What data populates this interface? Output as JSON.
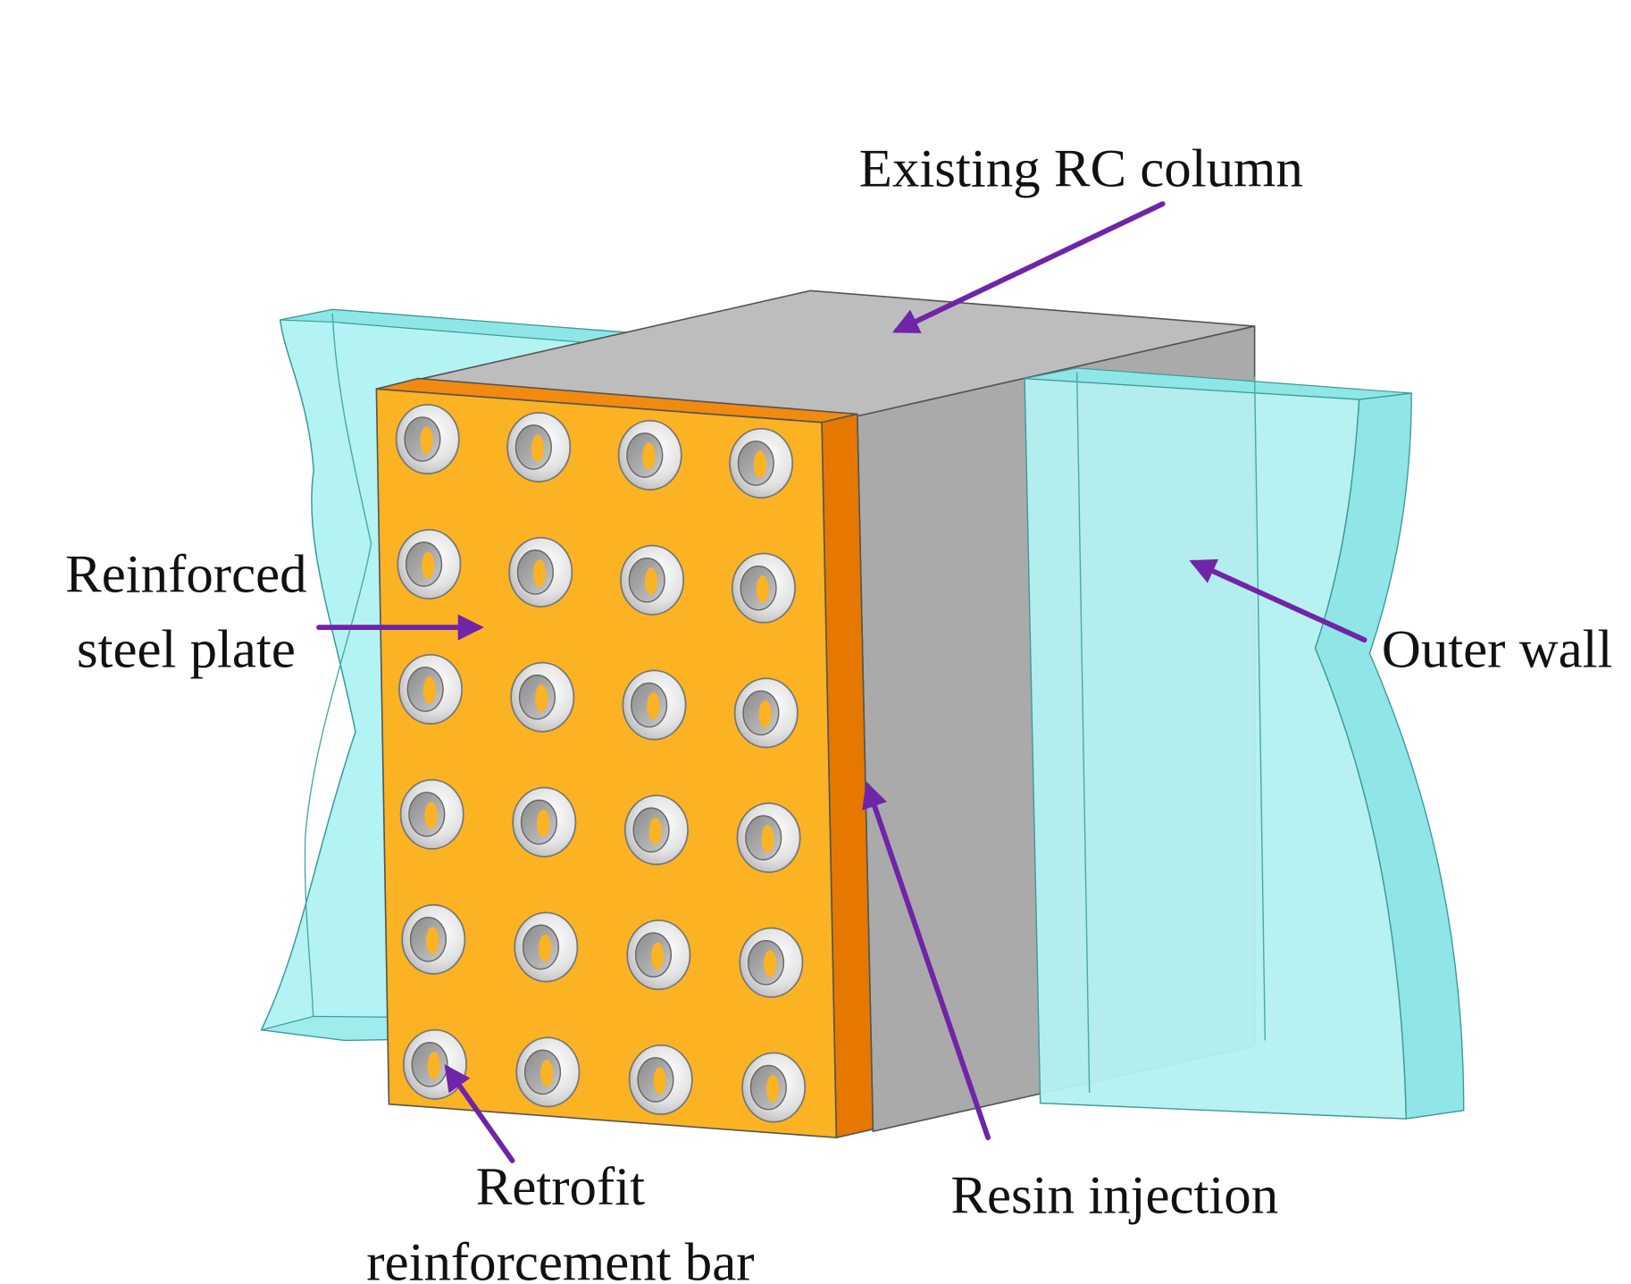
{
  "figure": {
    "description": "Retrofit scheme of an existing RC column with outer wall",
    "colors": {
      "background": "#ffffff",
      "steel_plate_face": "#fbb323",
      "steel_plate_side": "#e67800",
      "steel_plate_top": "#f28a10",
      "column_top": "#bdbdbd",
      "column_side": "#aaaaaa",
      "wall_fill": "#b4f3f3",
      "wall_edge": "#8ee6e6",
      "wall_outline": "#3f9a9a",
      "bar_ring": "#e6e6e6",
      "bar_hole": "#9a9a9a",
      "arrow": "#7024a8",
      "text": "#111111"
    },
    "bolt_grid": {
      "rows": 6,
      "columns": 4
    }
  },
  "labels": {
    "existing_rc_column": "Existing RC column",
    "reinforced_steel_plate_line1": "Reinforced",
    "reinforced_steel_plate_line2": "steel plate",
    "outer_wall": "Outer wall",
    "retrofit_bar_line1": "Retrofit",
    "retrofit_bar_line2": "reinforcement bar",
    "resin_injection": "Resin injection"
  }
}
